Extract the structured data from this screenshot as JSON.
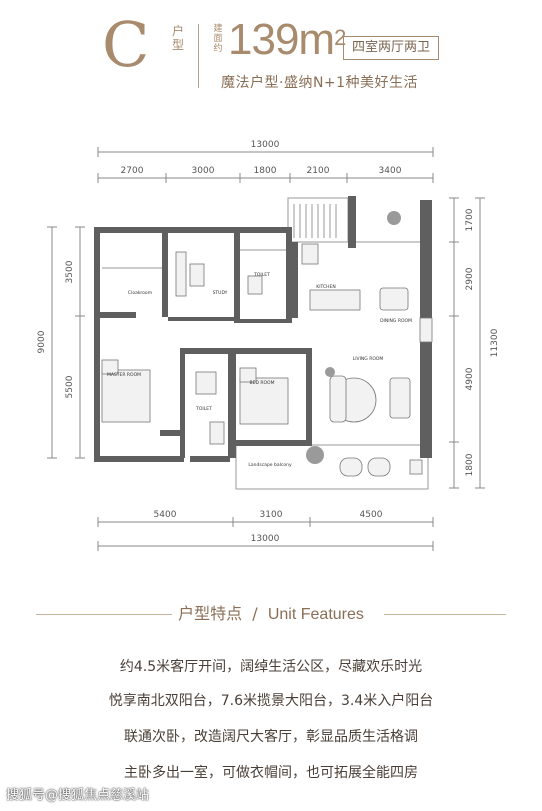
{
  "header": {
    "unit_letter": "C",
    "unit_suffix": "户型",
    "area_label": "建面约",
    "area_value": "139m",
    "area_unit_sup": "2",
    "room_badge": "四室两厅两卫",
    "tagline": "魔法户型·盛纳N+1种美好生活"
  },
  "plan": {
    "top_total": "13000",
    "top_segments": [
      "2700",
      "3000",
      "1800",
      "2100",
      "3400"
    ],
    "bottom_segments": [
      "5400",
      "3100",
      "4500"
    ],
    "bottom_total": "13000",
    "left_total": "9000",
    "left_segments": [
      "3500",
      "5500"
    ],
    "right_segments": [
      "1700",
      "2900",
      "4900",
      "1800"
    ],
    "right_total": "11300",
    "rooms": {
      "cloakroom": "Cloakroom",
      "study": "STUDY",
      "toilet_top": "TOILET",
      "kitchen": "KITCHEN",
      "dining": "DINING ROOM",
      "living": "LIVING ROOM",
      "master": "MASTER ROOM",
      "toilet_mid": "TOILET",
      "bedroom": "BED ROOM",
      "balcony": "Landscape balcony"
    },
    "colors": {
      "wall": "#5f5f5f",
      "floor": "#ffffff",
      "line": "#888888"
    }
  },
  "features": {
    "title_cn": "户型特点",
    "slash": "/",
    "title_en": "Unit Features",
    "items": [
      "约4.5米客厅开间，阔绰生活公区，尽藏欢乐时光",
      "悦享南北双阳台，7.6米揽景大阳台，3.4米入户阳台",
      "联通次卧，改造阔尺大客厅，彰显品质生活格调",
      "主卧多出一室，可做衣帽间，也可拓展全能四房"
    ]
  },
  "footer": {
    "watermark": "搜狐号@搜狐焦点慈溪站"
  }
}
